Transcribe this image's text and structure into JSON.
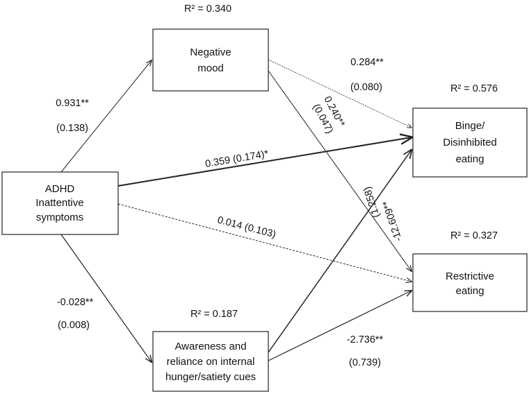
{
  "nodes": {
    "adhd": {
      "lines": [
        "ADHD",
        "Inattentive",
        "symptoms"
      ]
    },
    "mood": {
      "lines": [
        "Negative",
        "mood"
      ],
      "r2": "R² = 0.340"
    },
    "binge": {
      "lines": [
        "Binge/",
        "Disinhibited",
        "eating"
      ],
      "r2": "R² = 0.576"
    },
    "restrictive": {
      "lines": [
        "Restrictive",
        "eating"
      ],
      "r2": "R² = 0.327"
    },
    "awareness": {
      "lines": [
        "Awareness and",
        "reliance on internal",
        "hunger/satiety cues"
      ],
      "r2": "R² = 0.187"
    }
  },
  "paths": {
    "adhd_mood": {
      "coef": "0.931**",
      "se": "(0.138)"
    },
    "mood_binge": {
      "coef": "0.284**",
      "se": "(0.080)"
    },
    "mood_restrictive": {
      "coef": "0.240**",
      "se": "(0.047)"
    },
    "adhd_binge": {
      "label": "0.359 (0.174)*"
    },
    "adhd_restrictive": {
      "label": "0.014 (0.103)"
    },
    "adhd_awareness": {
      "coef": "-0.028**",
      "se": "(0.008)"
    },
    "awareness_binge": {
      "coef": "-12.609**",
      "se": "(1.258)"
    },
    "awareness_restrictive": {
      "coef": "-2.736**",
      "se": "(0.739)"
    }
  },
  "colors": {
    "line": "#222222",
    "text": "#111111",
    "background": "#ffffff"
  }
}
